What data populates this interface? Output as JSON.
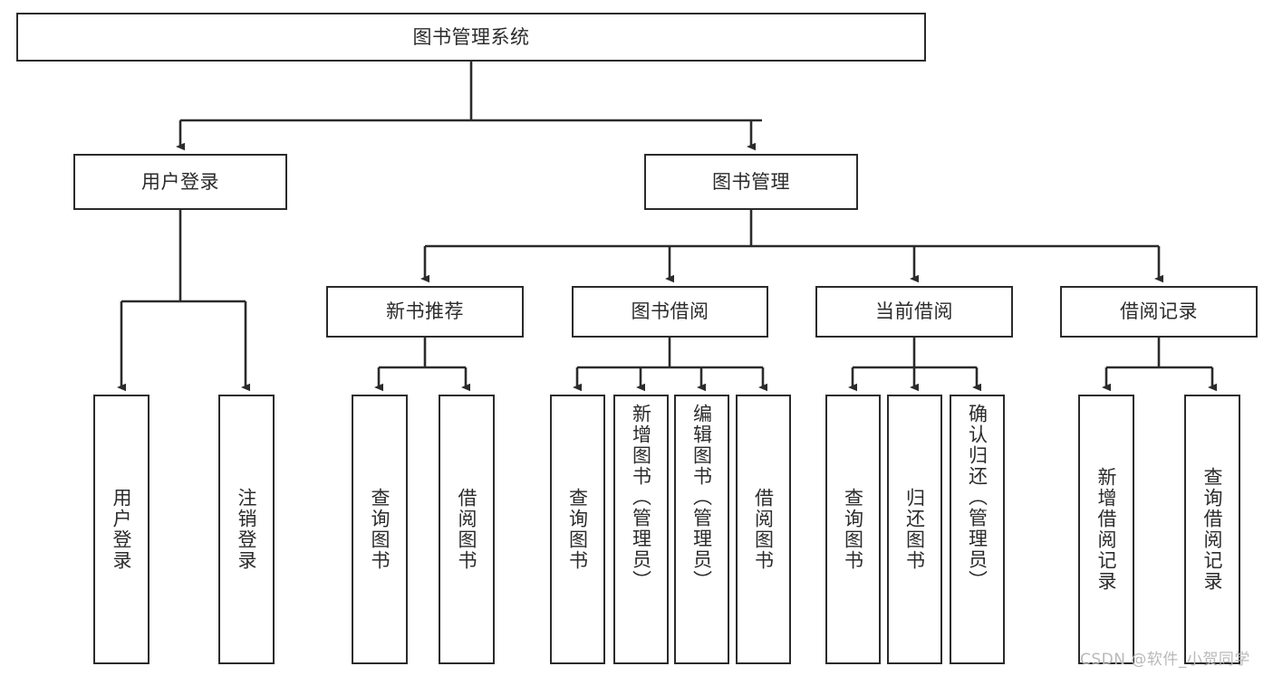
{
  "diagram": {
    "type": "tree-hierarchy-chart",
    "title": "图书管理系统",
    "colors": {
      "stroke": "#2b2b2b",
      "fill": "#ffffff",
      "text": "#2b2b2b",
      "watermark": "#b9b9b9"
    },
    "root": {
      "label": "图书管理系统"
    },
    "level2": [
      {
        "label": "用户登录"
      },
      {
        "label": "图书管理"
      }
    ],
    "level3": [
      {
        "label": "新书推荐"
      },
      {
        "label": "图书借阅"
      },
      {
        "label": "当前借阅"
      },
      {
        "label": "借阅记录"
      }
    ],
    "leaves": {
      "user_login": [
        {
          "label": "用户登录"
        },
        {
          "label": "注销登录"
        }
      ],
      "new_book_recommend": [
        {
          "label": "查询图书"
        },
        {
          "label": "借阅图书"
        }
      ],
      "book_borrow": [
        {
          "label": "查询图书"
        },
        {
          "label": "新增图书（管理员）"
        },
        {
          "label": "编辑图书（管理员）"
        },
        {
          "label": "借阅图书"
        }
      ],
      "current_borrow": [
        {
          "label": "查询图书"
        },
        {
          "label": "归还图书"
        },
        {
          "label": "确认归还（管理员）"
        }
      ],
      "borrow_records": [
        {
          "label": "新增借阅记录"
        },
        {
          "label": "查询借阅记录"
        }
      ]
    }
  },
  "watermark": {
    "text": "CSDN @软件_小贺同学"
  }
}
